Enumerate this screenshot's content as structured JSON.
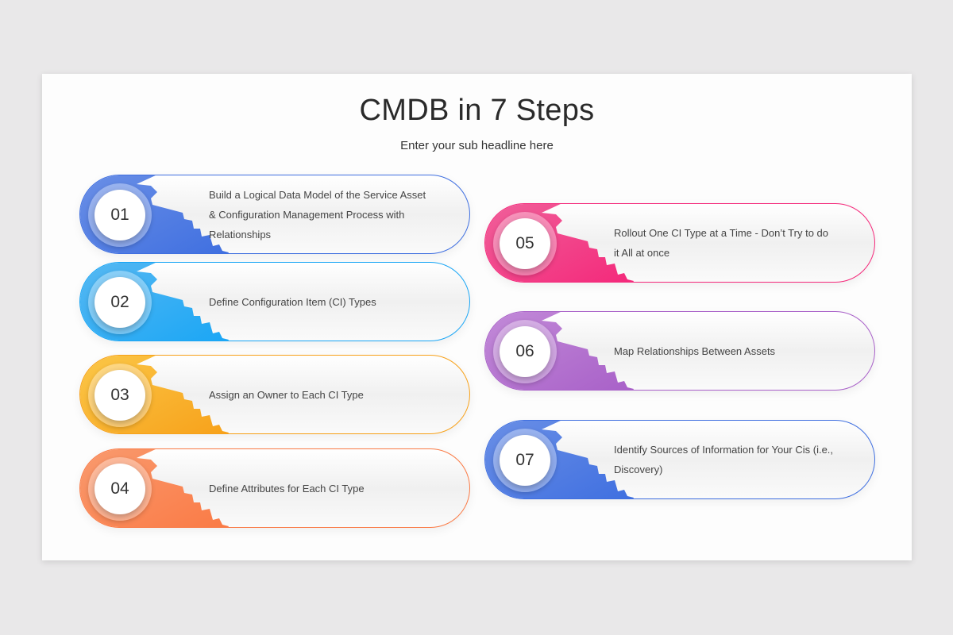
{
  "title": "CMDB in 7 Steps",
  "subtitle": "Enter your sub headline here",
  "steps": [
    {
      "number": "01",
      "label": "Build a Logical Data Model of the Service Asset & Configuration Management Process with Relationships",
      "color_start": "#6a8fe6",
      "color_end": "#3f6fe0"
    },
    {
      "number": "02",
      "label": "Define Configuration Item (CI) Types",
      "color_start": "#56b8f2",
      "color_end": "#1aa6f5"
    },
    {
      "number": "03",
      "label": "Assign an Owner to Each CI Type",
      "color_start": "#fbc748",
      "color_end": "#f7a11a"
    },
    {
      "number": "04",
      "label": "Define Attributes for Each CI Type",
      "color_start": "#f99a6e",
      "color_end": "#fa7a45"
    },
    {
      "number": "05",
      "label": "Rollout One CI Type at a Time - Don’t Try to do it All at once",
      "color_start": "#f0609a",
      "color_end": "#f4287a"
    },
    {
      "number": "06",
      "label": "Map Relationships Between Assets",
      "color_start": "#c28ad8",
      "color_end": "#a860c8"
    },
    {
      "number": "07",
      "label": "Identify Sources of Information for Your Cis (i.e., Discovery)",
      "color_start": "#6a8fe6",
      "color_end": "#3f6fe0"
    }
  ]
}
